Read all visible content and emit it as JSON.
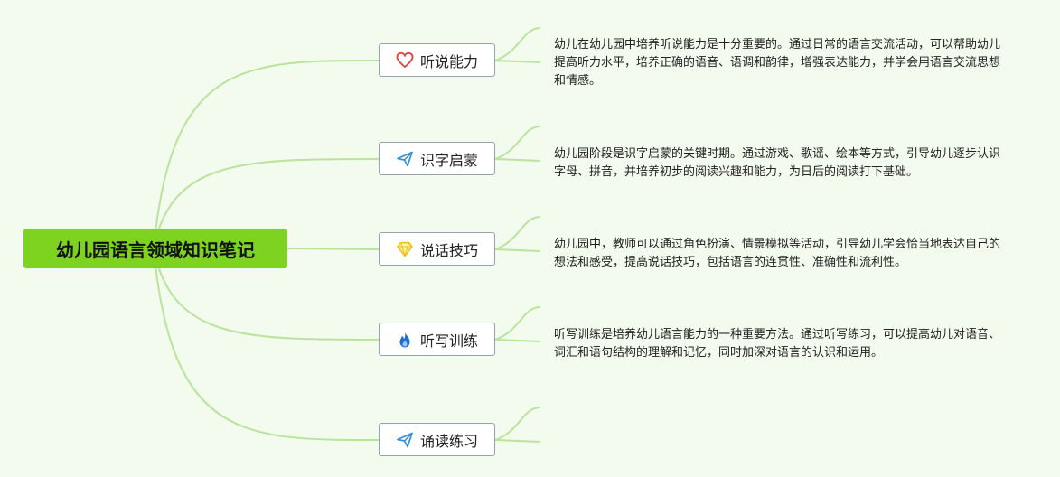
{
  "root": {
    "title": "幼儿园语言领域知识笔记"
  },
  "branches": [
    {
      "label": "听说能力",
      "icon": "heart-icon",
      "color": "#e0433f",
      "note": "幼儿在幼儿园中培养听说能力是十分重要的。通过日常的语言交流活动，可以帮助幼儿提高听力水平，培养正确的语音、语调和韵律，增强表达能力，并学会用语言交流思想和情感。"
    },
    {
      "label": "识字启蒙",
      "icon": "paper-plane-icon",
      "color": "#2f8fd6",
      "note": "幼儿园阶段是识字启蒙的关键时期。通过游戏、歌谣、绘本等方式，引导幼儿逐步认识字母、拼音，并培养初步的阅读兴趣和能力，为日后的阅读打下基础。"
    },
    {
      "label": "说话技巧",
      "icon": "diamond-icon",
      "color": "#e9c21a",
      "note": "幼儿园中，教师可以通过角色扮演、情景模拟等活动，引导幼儿学会恰当地表达自己的想法和感受，提高说话技巧，包括语言的连贯性、准确性和流利性。"
    },
    {
      "label": "听写训练",
      "icon": "flame-icon",
      "color": "#1f6fd1",
      "note": "听写训练是培养幼儿语言能力的一种重要方法。通过听写练习，可以提高幼儿对语音、词汇和语句结构的理解和记忆，同时加深对语言的认识和运用。"
    },
    {
      "label": "诵读练习",
      "icon": "paper-plane-icon",
      "color": "#2f8fd6",
      "note": ""
    }
  ],
  "colors": {
    "background": "#f3faee",
    "connector": "#b9e49c",
    "root": "#7ed321",
    "branch_border": "#93a3b3"
  }
}
